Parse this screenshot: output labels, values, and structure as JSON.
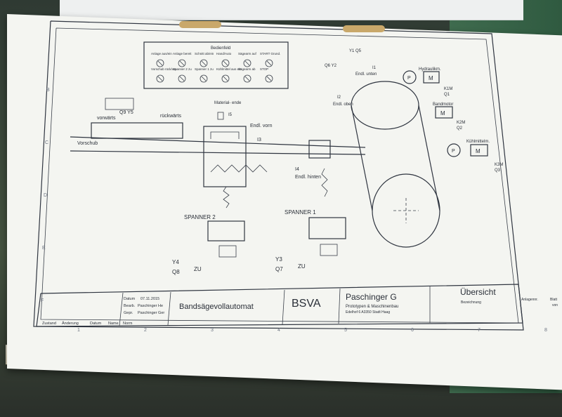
{
  "control_panel": {
    "title": "Bedienfeld",
    "row1": [
      "Anlage aus/ein",
      "Anlage bereit",
      "Schnitt ab/ein",
      "Hand/Auto",
      "Sägearm auf",
      "START Grund."
    ],
    "row2": [
      "Vorschub rück/vor.",
      "Spanner 2 zu",
      "Spanner 1 zu",
      "Kühlmittel aus ein",
      "Sägearm ab",
      "STOP"
    ]
  },
  "labels": {
    "q9y5": "Q9 Y5",
    "vorwaerts": "vorwärts",
    "rueckwaerts": "rückwärts",
    "vorschub": "Vorschub",
    "materialende": "Material-\nende",
    "i5": "I5",
    "endl_vorn": "Endl. vorn",
    "i3": "I3",
    "i4": "I4",
    "endl_hinten": "Endl. hinten",
    "spanner2": "SPANNER 2",
    "spanner1": "SPANNER 1",
    "y4": "Y4",
    "q8": "Q8",
    "zu_left": "ZU",
    "y3": "Y3",
    "q7": "Q7",
    "zu_right": "ZU",
    "endl_unten": "Endl. unten",
    "i1": "I1",
    "i2": "I2",
    "endl_oben": "Endl. oben",
    "q6y2": "Q6 Y2",
    "y1q5": "Y1 Q5",
    "hydraulikm": "Hydraulikm.",
    "k1m": "K1M",
    "q1": "Q1",
    "bandmotor": "Bandmotor",
    "k2m": "K2M",
    "q2": "Q2",
    "kuehlmittelm": "Kühlmittelm.",
    "k3m": "K3M",
    "q3": "Q3",
    "p": "P",
    "m": "M"
  },
  "title_block": {
    "datum_label": "Datum",
    "datum_value": "07.11.2015",
    "bearb_label": "Bearb.",
    "bearb_value": "Paschinger He",
    "gepr_label": "Gepr.",
    "gepr_value": "Paschinger Ger",
    "zustand": "Zustand",
    "aenderung": "Änderung",
    "datum2": "Datum",
    "name": "Name",
    "norm": "Norm",
    "project_title": "Bandsägevollautomat",
    "code": "BSVA",
    "company": "Paschinger G",
    "company_sub": "Prototypen & Maschinenbau",
    "company_addr": "Edelhof 6 A3350 Stadt Haag",
    "sheet_title": "Übersicht",
    "bezeichnung": "Bezeichnung",
    "anlagennr": "Anlagennr.",
    "blatt": "Blatt",
    "von": "von"
  },
  "grid": {
    "cols": [
      "1",
      "2",
      "3",
      "4",
      "5",
      "6",
      "7",
      "8"
    ],
    "rows": [
      "B",
      "C",
      "D",
      "E",
      "F"
    ]
  }
}
